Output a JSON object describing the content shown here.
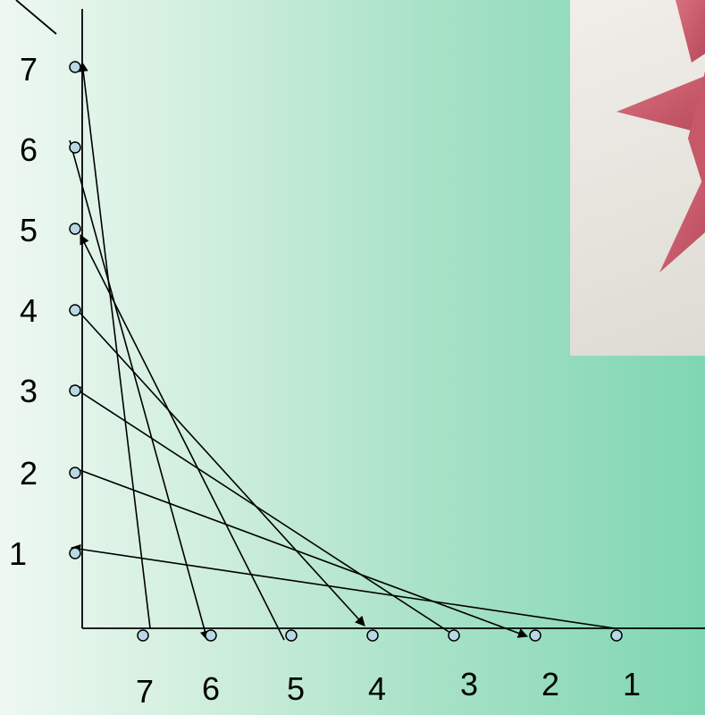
{
  "diagram": {
    "y_labels": [
      "1",
      "2",
      "3",
      "4",
      "5",
      "6",
      "7"
    ],
    "x_labels": [
      "1",
      "2",
      "3",
      "4",
      "5",
      "6",
      "7"
    ],
    "colors": {
      "point_fill": "#b8d8e6",
      "line": "#000000",
      "star": "#c95a6a"
    }
  },
  "photo": {
    "subject": "star-embroidery-photo"
  }
}
